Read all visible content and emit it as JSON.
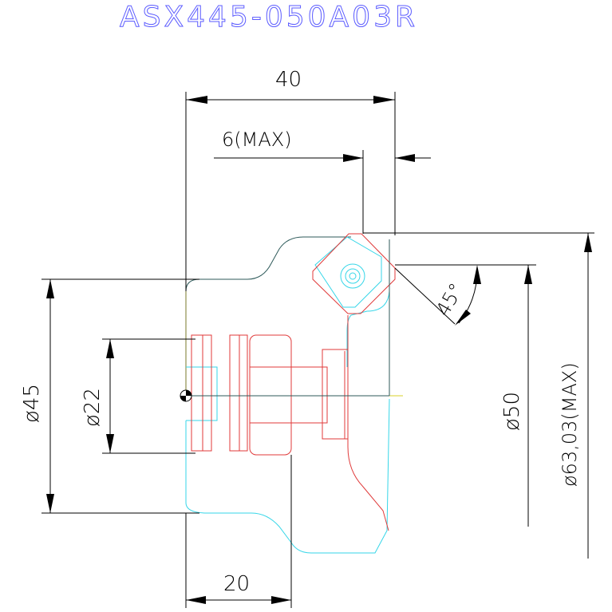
{
  "title": "ASX445-050A03R",
  "dimensions": {
    "overall_length": "40",
    "max_depth": "6(MAX)",
    "angle": "45°",
    "bore_diameter": "ø50",
    "max_diameter": "ø63,03(MAX)",
    "shank_diameter": "ø45",
    "pilot_diameter": "ø22",
    "flange_length": "20"
  },
  "colors": {
    "title": "#5b5bff",
    "insert": "#e03a3a",
    "body_outline": "#35d6e8",
    "body_profile": "#2e5a5a",
    "dimension": "#000000"
  }
}
